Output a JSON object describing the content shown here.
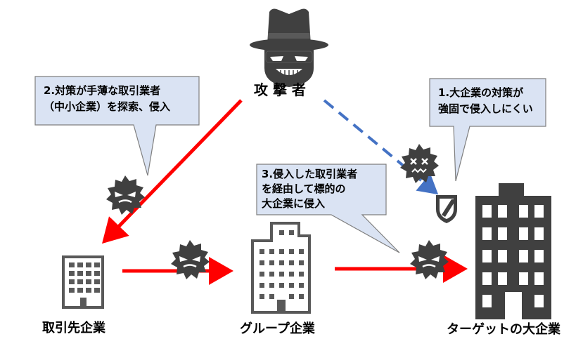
{
  "attacker": {
    "label": "攻 撃 者"
  },
  "nodes": {
    "supplier": "取引先企業",
    "group": "グループ企業",
    "target": "ターゲットの大企業"
  },
  "callouts": {
    "c1": [
      "1.大企業の対策が",
      "強固で侵入しにくい"
    ],
    "c2": [
      "2.対策が手薄な取引業者",
      "（中小企業）を探索、侵入"
    ],
    "c3": [
      "3.侵入した取引業者",
      "を経由して標的の",
      "大企業に侵入"
    ]
  },
  "colors": {
    "attack_arrow": "#ff0000",
    "blocked_arrow": "#4472c4",
    "callout_fill": "#dae3f3",
    "callout_stroke": "#7f7f7f",
    "icon_dark": "#404040",
    "icon_mid": "#595959"
  }
}
